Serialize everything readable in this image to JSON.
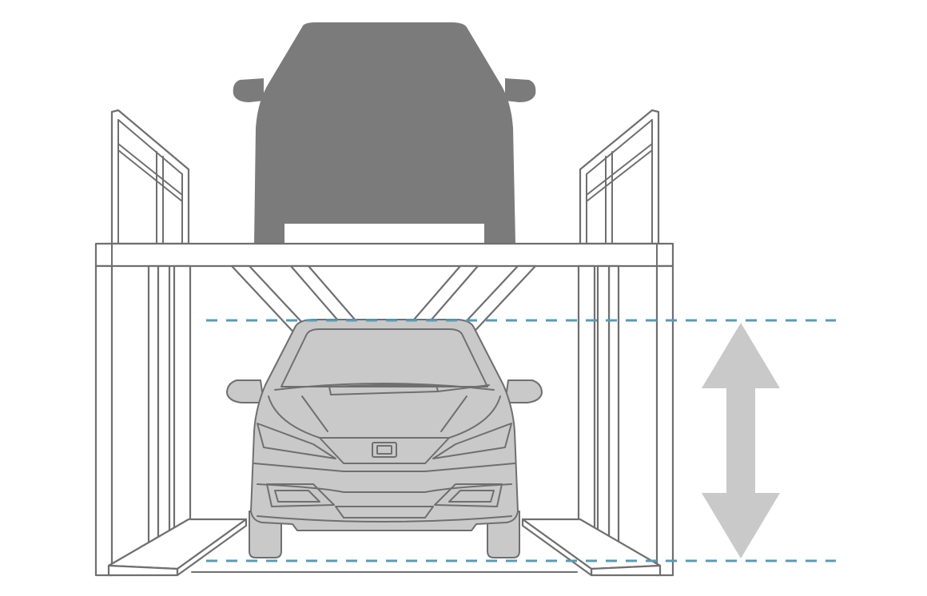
{
  "diagram": {
    "kind": "two-level car parking lift",
    "colors": {
      "upper_car": "#7b7b7b",
      "lower_car": "#c9c9c9",
      "lower_car_outline": "#6f6f6f",
      "structure_outline": "#6f6f6f",
      "guide_lines": "#5b9ab5",
      "height_arrow": "#c9c9c9",
      "background": "#ffffff"
    },
    "elements": {
      "upper_car": "car-front-silhouette",
      "lower_car": "car-front-line-drawing",
      "structure": "lift-frame",
      "arrow": "double-headed-vertical-arrow-icon"
    }
  }
}
